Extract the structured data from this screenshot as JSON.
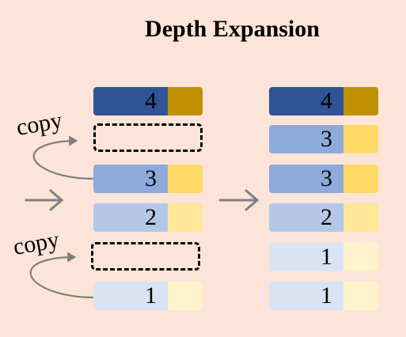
{
  "title": "Depth Expansion",
  "copy_label": "copy",
  "left_stack": [
    "4",
    "",
    "3",
    "2",
    "",
    "1"
  ],
  "right_stack": [
    "4",
    "3",
    "3",
    "2",
    "1",
    "1"
  ],
  "colors": {
    "background": "#fce4d8",
    "level4": [
      "#2f5597",
      "#bf9000"
    ],
    "level3": [
      "#8eaadb",
      "#ffd966"
    ],
    "level2": [
      "#b4c7e7",
      "#ffe699"
    ],
    "level1": [
      "#dae3f3",
      "#fff2cc"
    ],
    "arrow": "#7f7f7f"
  }
}
